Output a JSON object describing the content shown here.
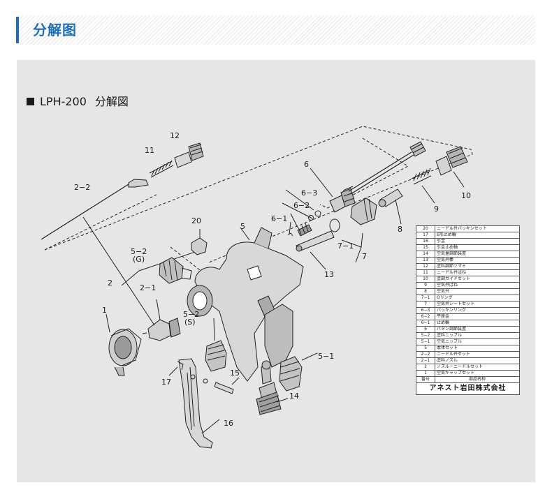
{
  "header": {
    "title": "分解图"
  },
  "panel": {
    "title_model": "LPH-200",
    "title_suffix": "分解図"
  },
  "labels": {
    "l1": "1",
    "l2": "2",
    "l2_1": "2−1",
    "l2_2": "2−2",
    "l5": "5",
    "l5_1": "5−1",
    "l5_2g": "5−2",
    "l5_2g_sub": "(G)",
    "l5_2s": "5−2",
    "l5_2s_sub": "(S)",
    "l6": "6",
    "l6_1": "6−1",
    "l6_2": "6−2",
    "l6_3": "6−3",
    "l7": "7",
    "l7_1": "7−1",
    "l8": "8",
    "l9": "9",
    "l10": "10",
    "l11": "11",
    "l12": "12",
    "l13": "13",
    "l14": "14",
    "l15": "15",
    "l16": "16",
    "l17": "17",
    "l20": "20"
  },
  "parts_table": {
    "rows": [
      {
        "no": "20",
        "name": "ニードル弁パッキンセット"
      },
      {
        "no": "17",
        "name": "E形止め輪"
      },
      {
        "no": "16",
        "name": "引金"
      },
      {
        "no": "15",
        "name": "引金止め軸"
      },
      {
        "no": "14",
        "name": "空気量調節装置"
      },
      {
        "no": "13",
        "name": "空気弁棒"
      },
      {
        "no": "12",
        "name": "塗料調節ツマミ"
      },
      {
        "no": "11",
        "name": "ニードル弁ばね"
      },
      {
        "no": "10",
        "name": "塗調ガイドセット"
      },
      {
        "no": "9",
        "name": "空気弁ばね"
      },
      {
        "no": "8",
        "name": "空気弁"
      },
      {
        "no": "7−1",
        "name": "Oリング"
      },
      {
        "no": "7",
        "name": "空気弁シートセット"
      },
      {
        "no": "6−3",
        "name": "パッキンリング"
      },
      {
        "no": "6−2",
        "name": "平座金"
      },
      {
        "no": "6−1",
        "name": "止め輪"
      },
      {
        "no": "6",
        "name": "パタン調節装置"
      },
      {
        "no": "5−2",
        "name": "塗料ニップル"
      },
      {
        "no": "5−1",
        "name": "空気ニップル"
      },
      {
        "no": "5",
        "name": "本体セット"
      },
      {
        "no": "2−2",
        "name": "ニードル弁セット"
      },
      {
        "no": "2−1",
        "name": "塗料ノズル"
      },
      {
        "no": "2",
        "name": "ノズル・ニードルセット"
      },
      {
        "no": "1",
        "name": "空気キャップセット"
      }
    ],
    "header_no": "番号",
    "header_name": "部品名称",
    "maker": "アネスト岩田株式会社"
  }
}
